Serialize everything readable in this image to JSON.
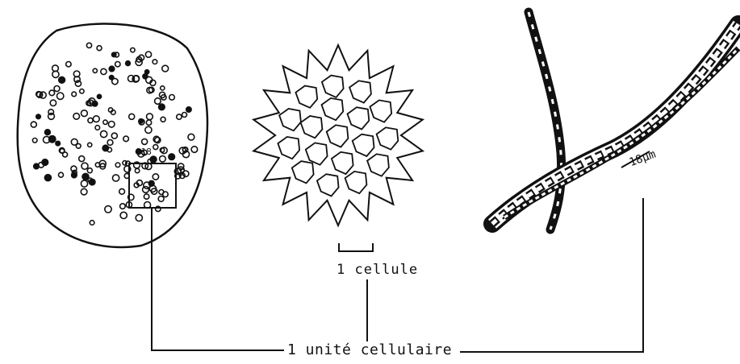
{
  "labels": {
    "cellule": "1 cellule",
    "unite_cellulaire": "1 unité cellulaire",
    "scale": "18μm",
    "small_a": "O18",
    "small_b": "18"
  },
  "colors": {
    "ink": "#111111",
    "paper": "#ffffff"
  }
}
